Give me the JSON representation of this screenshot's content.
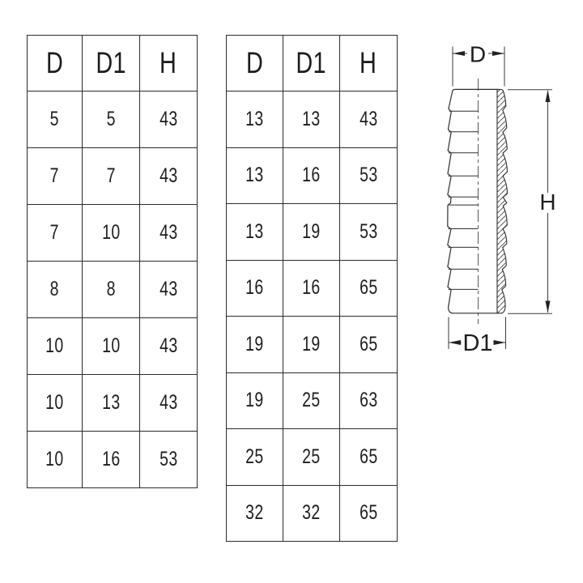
{
  "page": {
    "background": "#ffffff",
    "border_color": "#2b2b2b",
    "text_color": "#1d1d1d"
  },
  "left_table": {
    "headers": [
      "D",
      "D1",
      "H"
    ],
    "rows": [
      [
        "5",
        "5",
        "43"
      ],
      [
        "7",
        "7",
        "43"
      ],
      [
        "7",
        "10",
        "43"
      ],
      [
        "8",
        "8",
        "43"
      ],
      [
        "10",
        "10",
        "43"
      ],
      [
        "10",
        "13",
        "43"
      ],
      [
        "10",
        "16",
        "53"
      ]
    ]
  },
  "right_table": {
    "headers": [
      "D",
      "D1",
      "H"
    ],
    "rows": [
      [
        "13",
        "13",
        "43"
      ],
      [
        "13",
        "16",
        "53"
      ],
      [
        "13",
        "19",
        "53"
      ],
      [
        "16",
        "16",
        "65"
      ],
      [
        "19",
        "19",
        "65"
      ],
      [
        "19",
        "25",
        "63"
      ],
      [
        "25",
        "25",
        "65"
      ],
      [
        "32",
        "32",
        "65"
      ]
    ]
  },
  "diagram": {
    "type": "hose-barb-connector-half-section",
    "dim_top": "D",
    "dim_right": "H",
    "dim_bottom": "D1"
  }
}
